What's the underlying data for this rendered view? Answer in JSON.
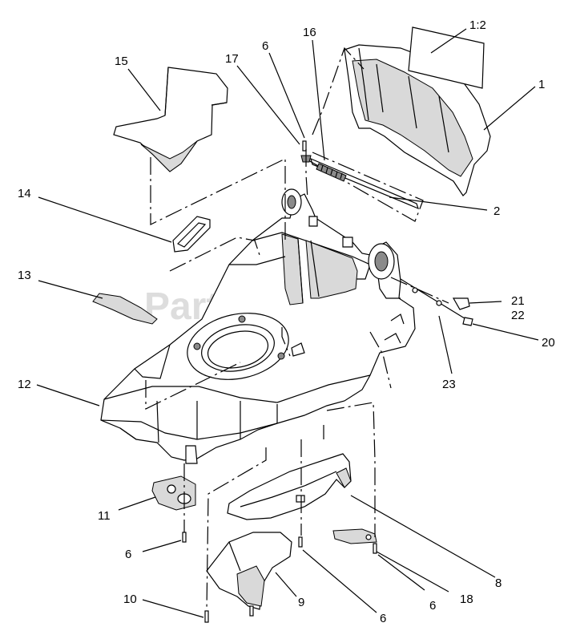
{
  "watermark": "PartsTree",
  "callouts": [
    {
      "id": "15",
      "label": "15"
    },
    {
      "id": "17",
      "label": "17"
    },
    {
      "id": "6a",
      "label": "6"
    },
    {
      "id": "16",
      "label": "16"
    },
    {
      "id": "12b",
      "label": "1:2"
    },
    {
      "id": "1",
      "label": "1"
    },
    {
      "id": "14",
      "label": "14"
    },
    {
      "id": "2",
      "label": "2"
    },
    {
      "id": "13",
      "label": "13"
    },
    {
      "id": "21",
      "label": "21"
    },
    {
      "id": "22",
      "label": "22"
    },
    {
      "id": "20",
      "label": "20"
    },
    {
      "id": "23",
      "label": "23"
    },
    {
      "id": "12",
      "label": "12"
    },
    {
      "id": "11",
      "label": "11"
    },
    {
      "id": "8",
      "label": "8"
    },
    {
      "id": "6b",
      "label": "6"
    },
    {
      "id": "18",
      "label": "18"
    },
    {
      "id": "6c",
      "label": "6"
    },
    {
      "id": "6d",
      "label": "6"
    },
    {
      "id": "10",
      "label": "10"
    },
    {
      "id": "9",
      "label": "9"
    },
    {
      "id": "6e",
      "label": "6"
    }
  ]
}
